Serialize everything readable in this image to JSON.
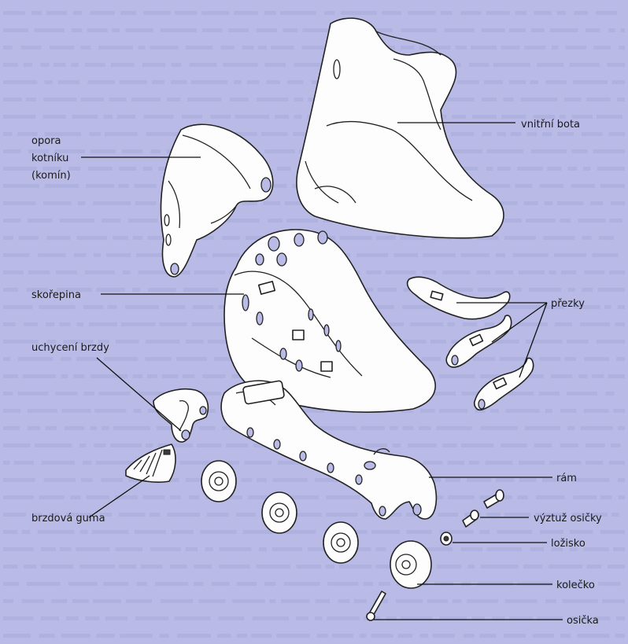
{
  "labels": {
    "vnitrni_bota": "vnitřní bota",
    "opora_line1": "opora",
    "opora_line2": "kotníku",
    "opora_line3": "(komín)",
    "skorepina": "skořepina",
    "prezky": "přezky",
    "uchyceni_brzdy": "uchycení brzdy",
    "ram": "rám",
    "vyztuz_osicky": "výztuž osičky",
    "lozisko": "ložisko",
    "brzdova_guma": "brzdová guma",
    "kolecko": "kolečko",
    "osicka": "osička"
  },
  "colors": {
    "background": "#b9bbe6",
    "line": "#222222",
    "fill": "#fdfdfd"
  }
}
